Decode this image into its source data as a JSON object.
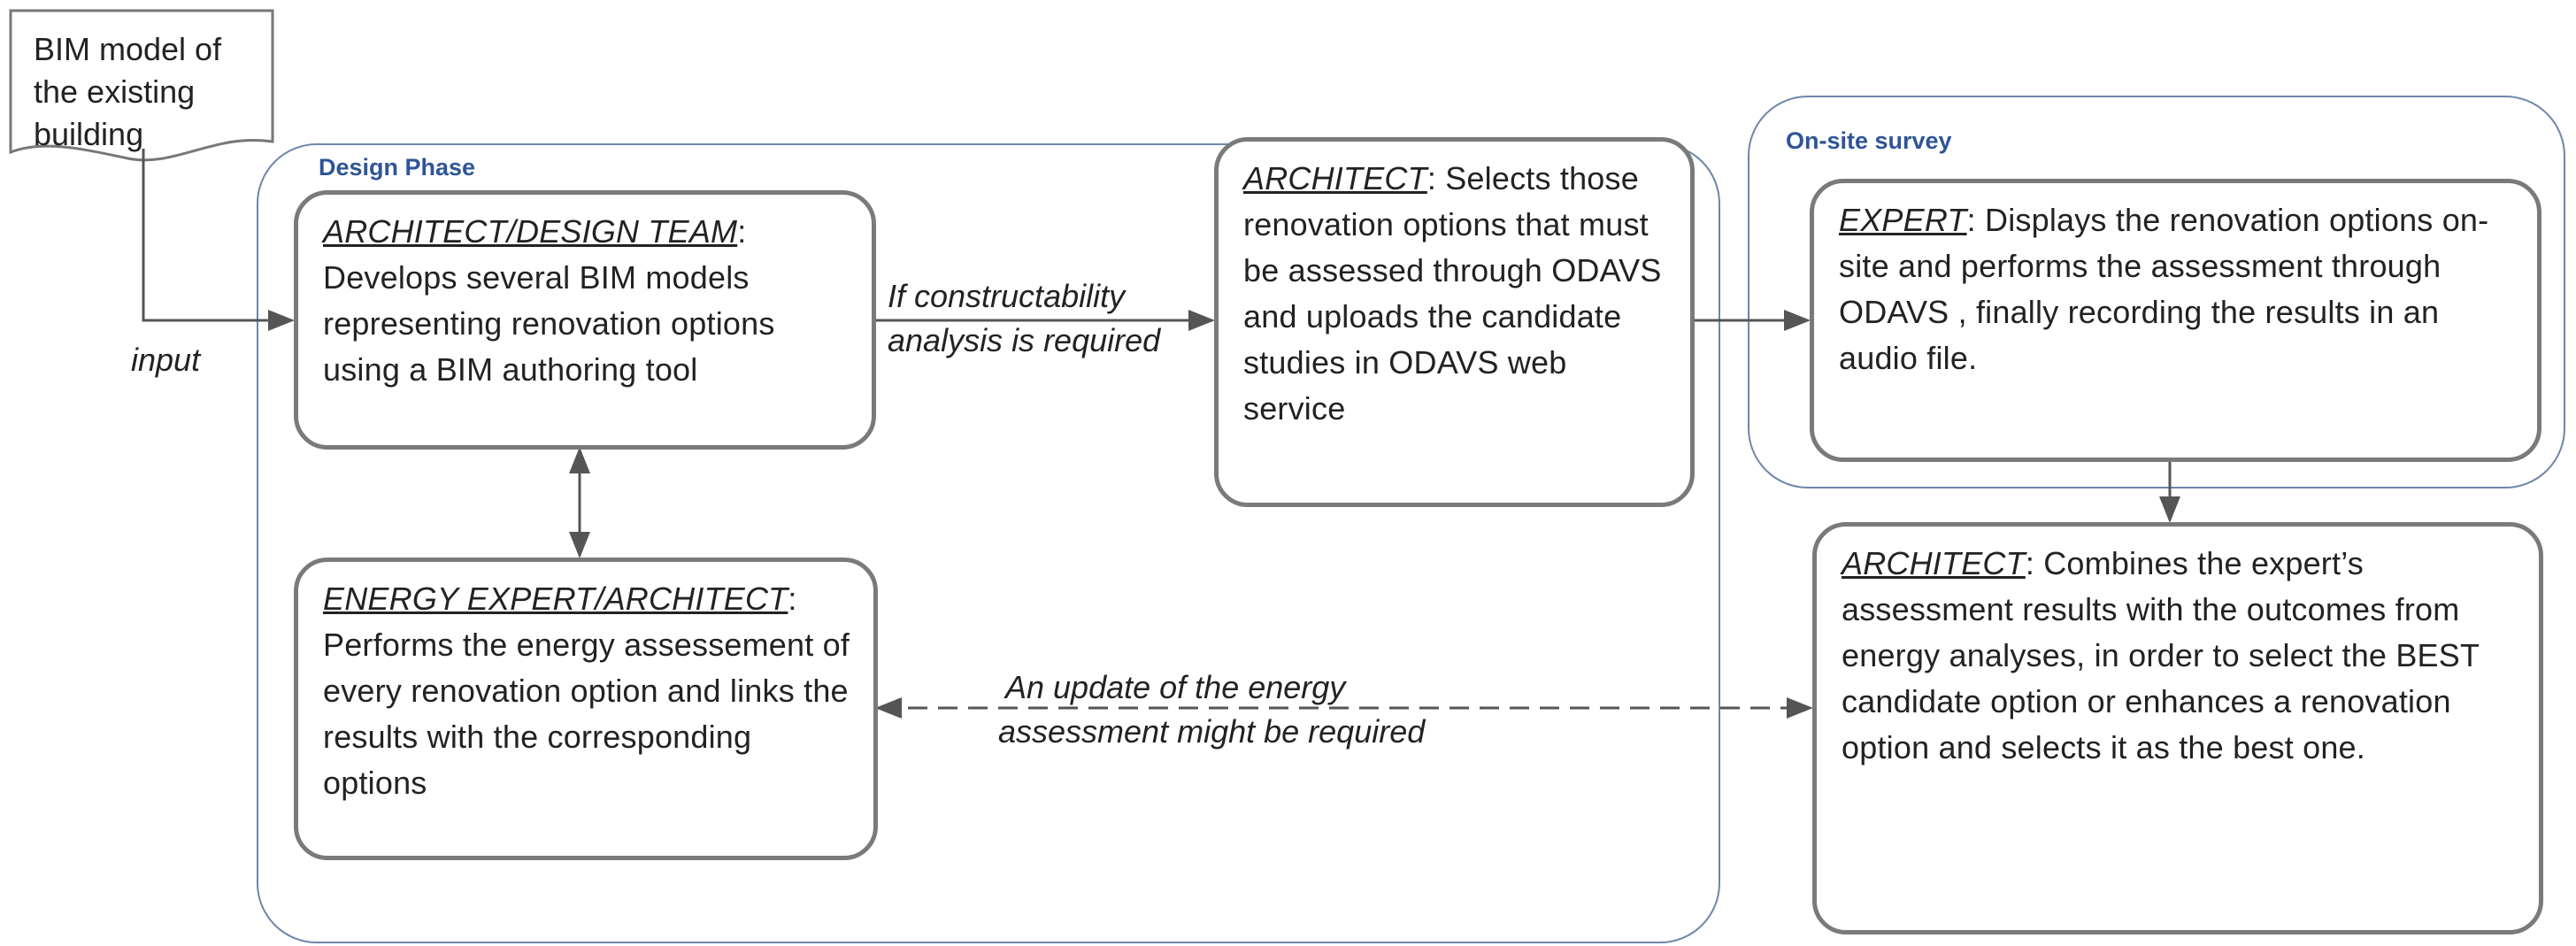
{
  "input_document": {
    "text": "BIM model of the existing building"
  },
  "input_label": "input",
  "panels": {
    "design": {
      "label": "Design Phase"
    },
    "survey": {
      "label": "On-site survey"
    }
  },
  "boxes": {
    "design_team": {
      "role": "ARCHITECT/DESIGN TEAM",
      "text": "Develops several BIM models representing renovation options using a BIM authoring tool"
    },
    "architect_select": {
      "role": "ARCHITECT",
      "text": "Selects those renovation options that must be assessed through ODAVS and uploads the candidate studies in ODAVS web service"
    },
    "expert": {
      "role": "EXPERT",
      "text": "Displays the renovation options on-site and performs the assessment through ODAVS , finally recording the results in an audio file."
    },
    "energy_expert": {
      "role": "ENERGY EXPERT/ARCHITECT",
      "text": "Performs the energy assessement of every renovation option and links the results with the corresponding options"
    },
    "architect_combine": {
      "role": "ARCHITECT",
      "text": "Combines the expert’s assessment results with the outcomes from energy analyses, in order to select the BEST candidate option or enhances a renovation option and selects it as the best one."
    }
  },
  "edge_labels": {
    "constructability": {
      "line1": "If constructability",
      "line2": "analysis is required"
    },
    "energy_update": {
      "line1": "An update of the energy",
      "line2": "assessment might be required"
    }
  },
  "colors": {
    "panel_border": "#6e86aa",
    "panel_label": "#2f5597",
    "box_border": "#7a7a7a",
    "arrow": "#555555"
  }
}
